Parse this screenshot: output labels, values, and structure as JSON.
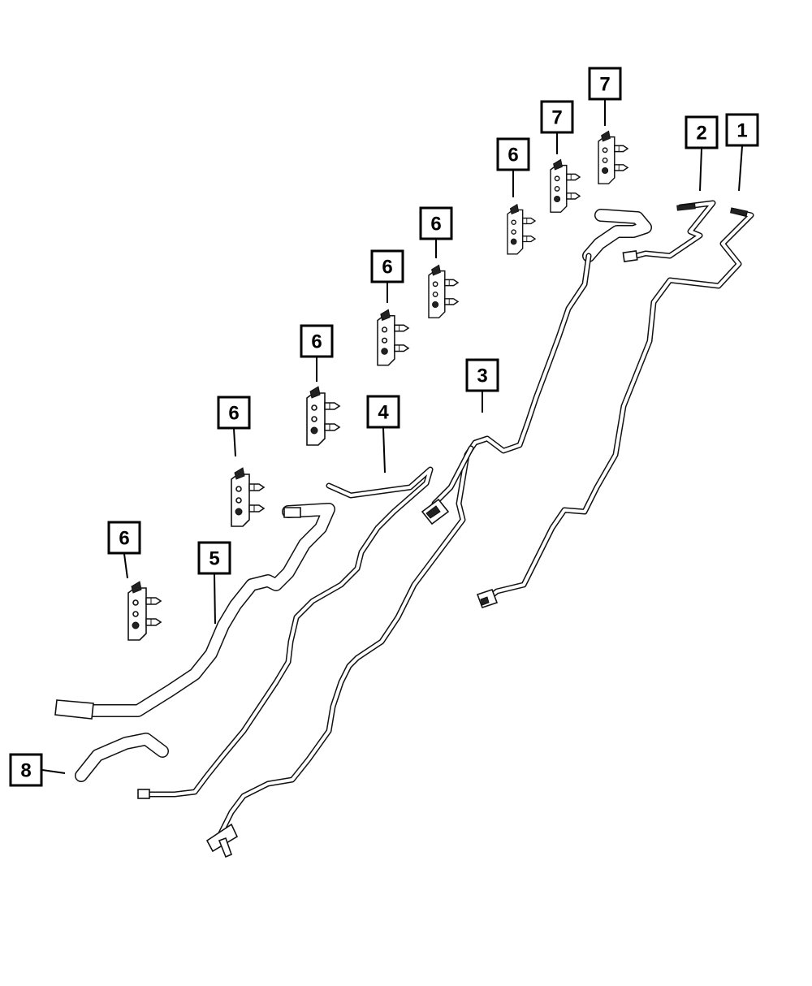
{
  "diagram": {
    "background": "#ffffff",
    "line_color": "#000000",
    "callouts": [
      {
        "label": "1"
      },
      {
        "label": "2"
      },
      {
        "label": "3"
      },
      {
        "label": "4"
      },
      {
        "label": "5"
      },
      {
        "label": "6"
      },
      {
        "label": "6"
      },
      {
        "label": "6"
      },
      {
        "label": "6"
      },
      {
        "label": "6"
      },
      {
        "label": "6"
      },
      {
        "label": "7"
      },
      {
        "label": "7"
      },
      {
        "label": "8"
      }
    ]
  }
}
